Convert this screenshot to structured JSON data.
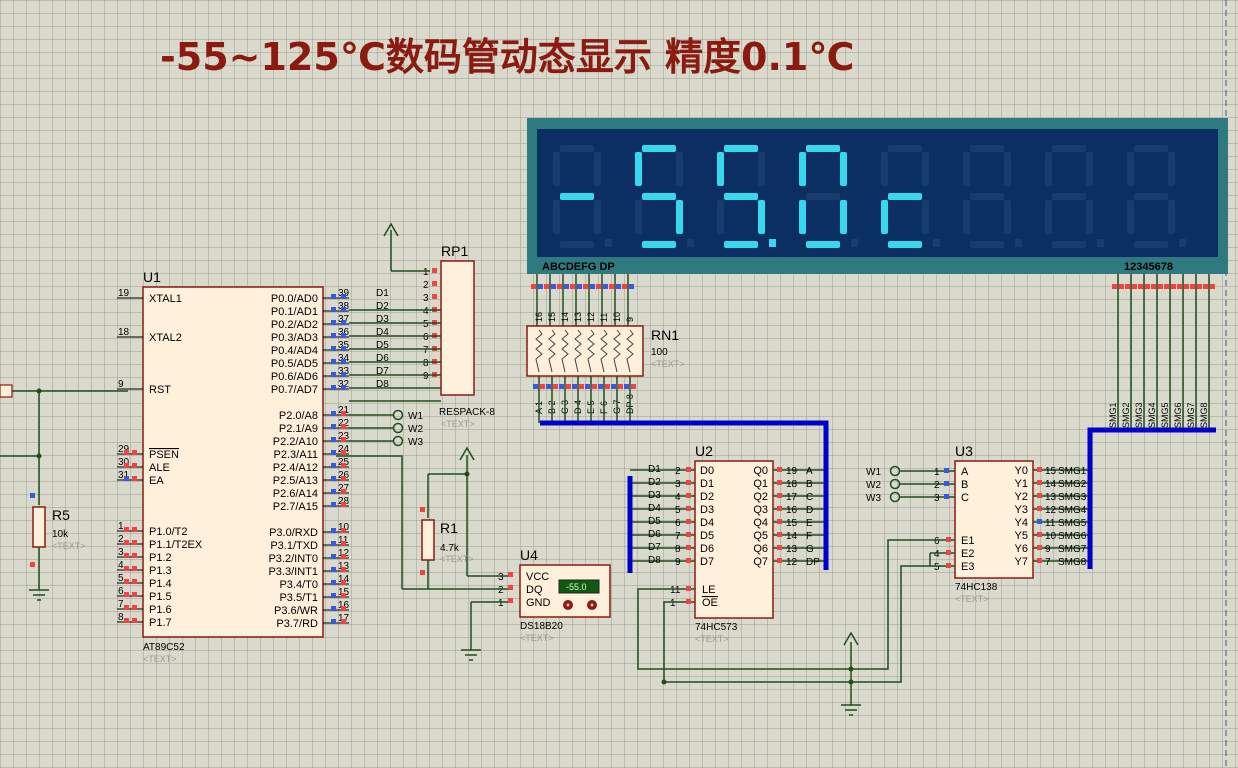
{
  "title": "-55~125℃数码管动态显示 精度0.1℃",
  "display": {
    "digits": [
      "-",
      "5",
      "5.",
      "0",
      "c",
      "8",
      "8",
      "8"
    ],
    "segment_header": "ABCDEFG  DP",
    "digit_header": "12345678"
  },
  "components": {
    "u1": {
      "ref": "U1",
      "part": "AT89C52",
      "text": "<TEXT>",
      "left_pins": [
        {
          "num": "19",
          "name": "XTAL1"
        },
        {
          "num": "18",
          "name": "XTAL2"
        },
        {
          "num": "9",
          "name": "RST"
        },
        {
          "num": "29",
          "name": "PSEN"
        },
        {
          "num": "30",
          "name": "ALE"
        },
        {
          "num": "31",
          "name": "EA"
        },
        {
          "num": "1",
          "name": "P1.0/T2"
        },
        {
          "num": "2",
          "name": "P1.1/T2EX"
        },
        {
          "num": "3",
          "name": "P1.2"
        },
        {
          "num": "4",
          "name": "P1.3"
        },
        {
          "num": "5",
          "name": "P1.4"
        },
        {
          "num": "6",
          "name": "P1.5"
        },
        {
          "num": "7",
          "name": "P1.6"
        },
        {
          "num": "8",
          "name": "P1.7"
        }
      ],
      "right_pins": [
        {
          "num": "39",
          "name": "P0.0/AD0"
        },
        {
          "num": "38",
          "name": "P0.1/AD1"
        },
        {
          "num": "37",
          "name": "P0.2/AD2"
        },
        {
          "num": "36",
          "name": "P0.3/AD3"
        },
        {
          "num": "35",
          "name": "P0.4/AD4"
        },
        {
          "num": "34",
          "name": "P0.5/AD5"
        },
        {
          "num": "33",
          "name": "P0.6/AD6"
        },
        {
          "num": "32",
          "name": "P0.7/AD7"
        },
        {
          "num": "21",
          "name": "P2.0/A8"
        },
        {
          "num": "22",
          "name": "P2.1/A9"
        },
        {
          "num": "23",
          "name": "P2.2/A10"
        },
        {
          "num": "24",
          "name": "P2.3/A11"
        },
        {
          "num": "25",
          "name": "P2.4/A12"
        },
        {
          "num": "26",
          "name": "P2.5/A13"
        },
        {
          "num": "27",
          "name": "P2.6/A14"
        },
        {
          "num": "28",
          "name": "P2.7/A15"
        },
        {
          "num": "10",
          "name": "P3.0/RXD"
        },
        {
          "num": "11",
          "name": "P3.1/TXD"
        },
        {
          "num": "12",
          "name": "P3.2/INT0"
        },
        {
          "num": "13",
          "name": "P3.3/INT1"
        },
        {
          "num": "14",
          "name": "P3.4/T0"
        },
        {
          "num": "15",
          "name": "P3.5/T1"
        },
        {
          "num": "16",
          "name": "P3.6/WR"
        },
        {
          "num": "17",
          "name": "P3.7/RD"
        }
      ]
    },
    "rp1": {
      "ref": "RP1",
      "part": "RESPACK-8",
      "text": "<TEXT>",
      "pins": [
        "1",
        "2",
        "3",
        "4",
        "5",
        "6",
        "7",
        "8",
        "9"
      ]
    },
    "rn1": {
      "ref": "RN1",
      "value": "100",
      "text": "<TEXT>",
      "top_pins": [
        "16",
        "15",
        "14",
        "13",
        "12",
        "11",
        "10",
        "9"
      ],
      "bottom_pins": [
        "A 1",
        "B 2",
        "C 3",
        "D 4",
        "E 5",
        "F 6",
        "G 7",
        "DP 8"
      ]
    },
    "r1": {
      "ref": "R1",
      "value": "4.7k",
      "text": "<TEXT>"
    },
    "r5": {
      "ref": "R5",
      "value": "10k",
      "text": "<TEXT>"
    },
    "u2": {
      "ref": "U2",
      "part": "74HC573",
      "text": "<TEXT>",
      "d_pins": [
        {
          "net": "D1",
          "num": "2",
          "name": "D0"
        },
        {
          "net": "D2",
          "num": "3",
          "name": "D1"
        },
        {
          "net": "D3",
          "num": "4",
          "name": "D2"
        },
        {
          "net": "D4",
          "num": "5",
          "name": "D3"
        },
        {
          "net": "D5",
          "num": "6",
          "name": "D4"
        },
        {
          "net": "D6",
          "num": "7",
          "name": "D5"
        },
        {
          "net": "D7",
          "num": "8",
          "name": "D6"
        },
        {
          "net": "D8",
          "num": "9",
          "name": "D7"
        }
      ],
      "q_pins": [
        {
          "num": "19",
          "name": "Q0",
          "net": "A"
        },
        {
          "num": "18",
          "name": "Q1",
          "net": "B"
        },
        {
          "num": "17",
          "name": "Q2",
          "net": "C"
        },
        {
          "num": "16",
          "name": "Q3",
          "net": "D"
        },
        {
          "num": "15",
          "name": "Q4",
          "net": "E"
        },
        {
          "num": "14",
          "name": "Q5",
          "net": "F"
        },
        {
          "num": "13",
          "name": "Q6",
          "net": "G"
        },
        {
          "num": "12",
          "name": "Q7",
          "net": "DP"
        }
      ],
      "ctrl_pins": [
        {
          "num": "11",
          "name": "LE"
        },
        {
          "num": "1",
          "name": "OE"
        }
      ]
    },
    "u3": {
      "ref": "U3",
      "part": "74HC138",
      "text": "<TEXT>",
      "in_pins": [
        {
          "net": "W1",
          "num": "1",
          "name": "A"
        },
        {
          "net": "W2",
          "num": "2",
          "name": "B"
        },
        {
          "net": "W3",
          "num": "3",
          "name": "C"
        }
      ],
      "en_pins": [
        {
          "num": "6",
          "name": "E1"
        },
        {
          "num": "4",
          "name": "E2"
        },
        {
          "num": "5",
          "name": "E3"
        }
      ],
      "out_pins": [
        {
          "num": "15",
          "name": "Y0",
          "net": "SMG1"
        },
        {
          "num": "14",
          "name": "Y1",
          "net": "SMG2"
        },
        {
          "num": "13",
          "name": "Y2",
          "net": "SMG3"
        },
        {
          "num": "12",
          "name": "Y3",
          "net": "SMG4"
        },
        {
          "num": "11",
          "name": "Y4",
          "net": "SMG5"
        },
        {
          "num": "10",
          "name": "Y5",
          "net": "SMG6"
        },
        {
          "num": "9",
          "name": "Y6",
          "net": "SMG7"
        },
        {
          "num": "7",
          "name": "Y7",
          "net": "SMG8"
        }
      ]
    },
    "u4": {
      "ref": "U4",
      "part": "DS18B20",
      "text": "<TEXT>",
      "reading": "-55.0",
      "pins": [
        {
          "num": "3",
          "name": "VCC"
        },
        {
          "num": "2",
          "name": "DQ"
        },
        {
          "num": "1",
          "name": "GND"
        }
      ]
    }
  },
  "nets": {
    "p0": [
      "D1",
      "D2",
      "D3",
      "D4",
      "D5",
      "D6",
      "D7",
      "D8"
    ],
    "p2": [
      "W1",
      "W2",
      "W3"
    ],
    "smg": [
      "SMG1",
      "SMG2",
      "SMG3",
      "SMG4",
      "SMG5",
      "SMG6",
      "SMG7",
      "SMG8"
    ]
  },
  "colors": {
    "wire": "#1f4d1f",
    "bus": "#0000c8",
    "part_fill": "#fff0dc",
    "part_stroke": "#8b1a10",
    "title": "#8b1a10",
    "display_bezel": "#2f7a80",
    "display_bg": "#0b2f63",
    "seg_on": "#36d8ee",
    "seg_off": "#173d6e"
  }
}
